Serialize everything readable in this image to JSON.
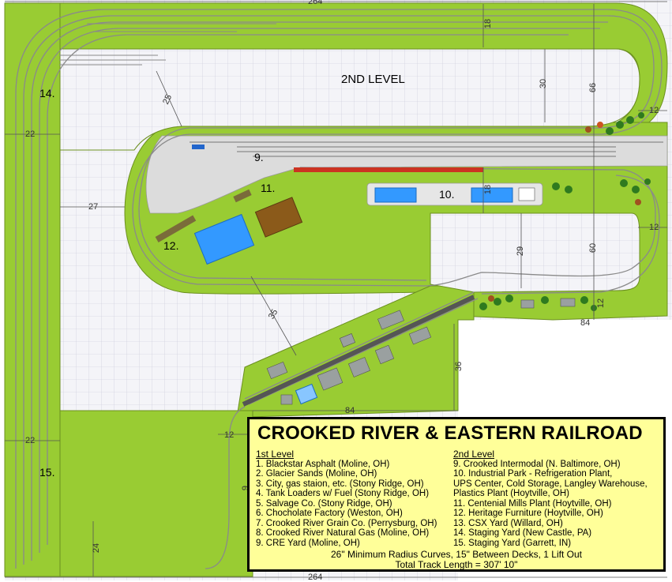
{
  "level_label": "2ND LEVEL",
  "area_labels": {
    "a9": "9.",
    "a10": "10.",
    "a11": "11.",
    "a12": "12.",
    "a14": "14.",
    "a15": "15."
  },
  "dimensions": {
    "top_264": "264",
    "bottom_264": "264",
    "d18_top": "18",
    "d30": "30",
    "d66": "66",
    "d12_right": "12",
    "d25": "25",
    "d22_upper": "22",
    "d27": "27",
    "d18_mid": "18",
    "d60": "60",
    "d12_right2": "12",
    "d29": "29",
    "d84_right": "84",
    "d12_corner": "12",
    "d35": "35",
    "d36": "36",
    "d84_bottom": "84",
    "d12_left": "12",
    "d22_lower": "22",
    "d24": "24",
    "d9": "9"
  },
  "legend": {
    "title": "CROOKED RIVER & EASTERN RAILROAD",
    "level1_header": "1st Level",
    "level1_items": [
      "1. Blackstar Asphalt (Moline, OH)",
      "2. Glacier Sands (Moline, OH)",
      "3. City, gas staion, etc. (Stony Ridge, OH)",
      "4. Tank Loaders w/ Fuel (Stony Ridge, OH)",
      "5. Salvage Co. (Stony Ridge, OH)",
      "6. Chocholate Factory (Weston, OH)",
      "7. Crooked River Grain Co. (Perrysburg, OH)",
      "8. Crooked River Natural Gas (Moline, OH)",
      "9. CRE Yard (Moline, OH)"
    ],
    "level2_header": "2nd Level",
    "level2_items": [
      "9. Crooked Intermodal (N. Baltimore, OH)",
      "10. Industrial Park - Refrigeration Plant,",
      "UPS Center, Cold Storage, Langley Warehouse,",
      "Plastics Plant (Hoytville, OH)",
      "11. Centenial Mills Plant (Hoytville, OH)",
      "12. Heritage Furniture (Hoytville, OH)",
      "13. CSX Yard (Willard, OH)",
      "14. Staging Yard (New Castle, PA)",
      "15. Staging Yard (Garrett, IN)"
    ],
    "footer_line1": "26\" Minimum Radius Curves, 15\" Between Decks, 1 Lift Out",
    "footer_line2": "Total Track Length = 307' 10\""
  },
  "colors": {
    "grass": "#99cc33",
    "grid_bg": "#f4f4f8",
    "grid_line": "#c8c8d8",
    "track": "#8a8a8a",
    "pad": "#dcdcdc",
    "water": "#3399ff",
    "dirt": "#8b5a1a",
    "legend_bg": "#ffff99"
  }
}
